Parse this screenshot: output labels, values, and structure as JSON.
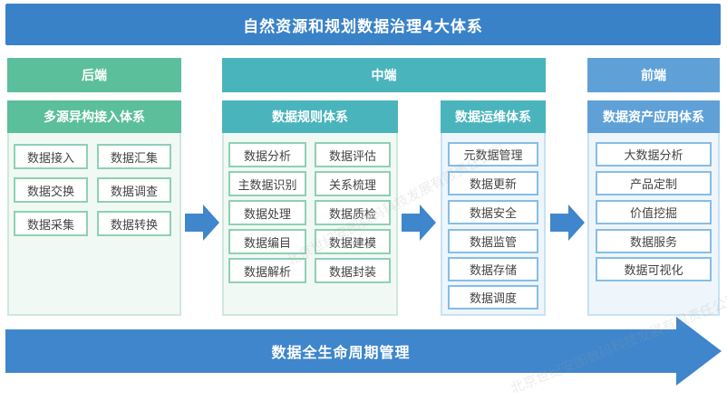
{
  "title": "自然资源和规划数据治理4大体系",
  "tiers": {
    "backend": "后端",
    "middle": "中端",
    "frontend": "前端"
  },
  "sections": {
    "access": {
      "title": "多源异构接入体系",
      "items": [
        "数据接入",
        "数据汇集",
        "数据交换",
        "数据调查",
        "数据采集",
        "数据转换"
      ]
    },
    "rules": {
      "title": "数据规则体系",
      "items": [
        "数据分析",
        "数据评估",
        "主数据识别",
        "关系梳理",
        "数据处理",
        "数据质检",
        "数据编目",
        "数据建模",
        "数据解析",
        "数据封装"
      ]
    },
    "ops": {
      "title": "数据运维体系",
      "items": [
        "元数据管理",
        "数据更新",
        "数据安全",
        "数据监管",
        "数据存储",
        "数据调度"
      ]
    },
    "app": {
      "title": "数据资产应用体系",
      "items": [
        "大数据分析",
        "产品定制",
        "价值挖掘",
        "数据服务",
        "数据可视化"
      ]
    }
  },
  "lifecycle": "数据全生命周期管理",
  "watermark": "北京世纪安图数码科技发展有限责任公司",
  "colors": {
    "banner": "#3a82c8",
    "green": "#5bbf9b",
    "teal": "#4ab4bd",
    "blue": "#5fa1d7",
    "arrow": "#3f86cc"
  }
}
